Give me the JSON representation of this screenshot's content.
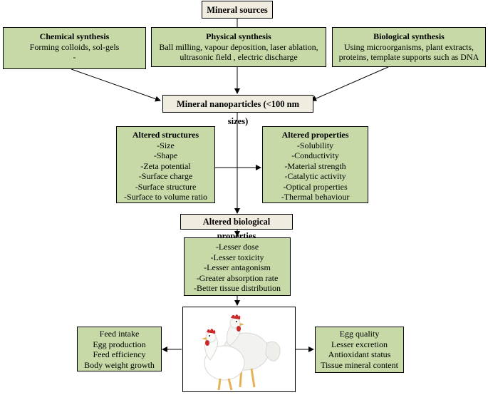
{
  "mineral_sources": "Mineral sources",
  "chemical": {
    "title": "Chemical synthesis",
    "lines": [
      "Forming colloids, sol-gels",
      "-"
    ]
  },
  "physical": {
    "title": "Physical  synthesis",
    "lines": [
      "Ball milling, vapour deposition, laser ablation,",
      "ultrasonic field , electric discharge"
    ]
  },
  "biological": {
    "title": "Biological synthesis",
    "lines": [
      "Using microorganisms, plant extracts,",
      "proteins, template supports such as DNA"
    ]
  },
  "nanoparticles": "Mineral nanoparticles (<100 nm sizes)",
  "altered_structures": {
    "title": "Altered structures",
    "lines": [
      "-Size",
      "-Shape",
      "-Zeta potential",
      "-Surface charge",
      "-Surface structure",
      "-Surface to volume ratio"
    ]
  },
  "altered_properties": {
    "title": "Altered properties",
    "lines": [
      "-Solubility",
      "-Conductivity",
      "-Material strength",
      "-Catalytic activity",
      "-Optical properties",
      "-Thermal behaviour"
    ]
  },
  "altered_bio": "Altered biological properties",
  "bio_effects": {
    "lines": [
      "-Lesser dose",
      "-Lesser toxicity",
      "-Lesser antagonism",
      "-Greater absorption rate",
      "-Better tissue distribution"
    ]
  },
  "left_outcomes": {
    "lines": [
      "Feed intake",
      "Egg production",
      "Feed efficiency",
      "Body weight growth"
    ]
  },
  "right_outcomes": {
    "lines": [
      "Egg quality",
      "Lesser excretion",
      "Antioxidant status",
      "Tissue mineral content"
    ]
  },
  "colors": {
    "green_box": "#c6d9a6",
    "beige_box": "#f0ece0"
  }
}
